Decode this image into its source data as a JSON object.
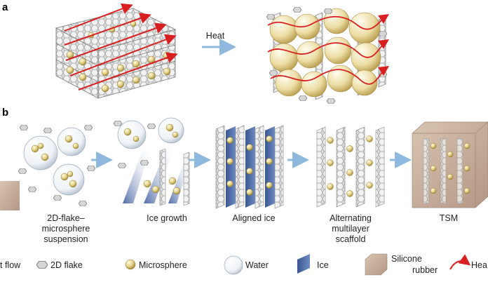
{
  "panels": {
    "a": "a",
    "b": "b"
  },
  "panel_a": {
    "arrow_label": "Heat"
  },
  "stages": [
    {
      "lines": [
        "2D-flake–",
        "microsphere",
        "suspension"
      ]
    },
    {
      "lines": [
        "Ice growth"
      ]
    },
    {
      "lines": [
        "Aligned ice"
      ]
    },
    {
      "lines": [
        "Alternating",
        "multilayer",
        "scaffold"
      ]
    },
    {
      "lines": [
        "TSM"
      ]
    }
  ],
  "legend": {
    "heat_flow_left": "t flow",
    "flake": "2D flake",
    "microsphere": "Microsphere",
    "water": "Water",
    "ice": "Ice",
    "silicone_line1": "Silicone",
    "silicone_line2": "rubber",
    "heat_right": "Hea"
  },
  "colors": {
    "flake": "#c9c9c9",
    "microsphere": "#e6d48a",
    "ice": "#4a66a0",
    "silicone": "#c6ad98",
    "heat_arrow": "#d81e1e",
    "process_arrow": "#8fb8de"
  }
}
